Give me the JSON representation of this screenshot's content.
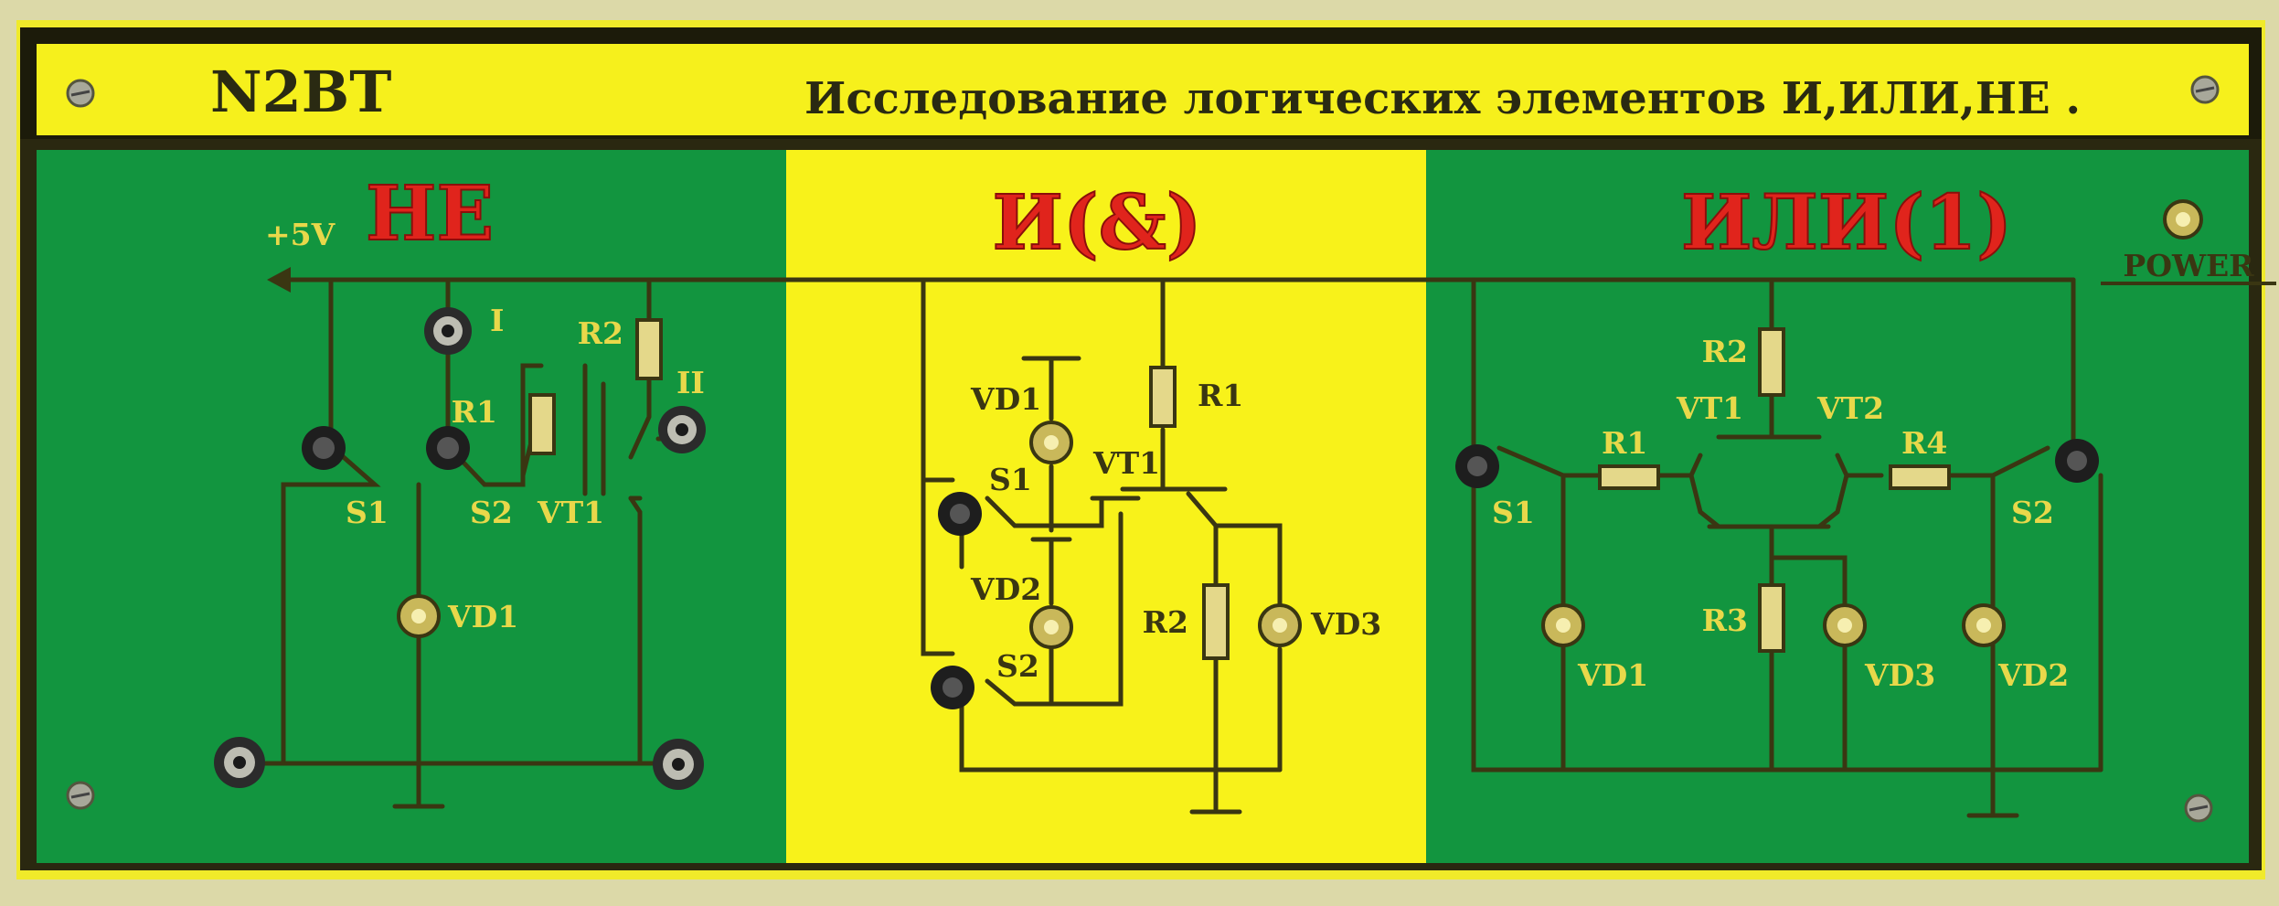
{
  "board": {
    "model": "N2BT",
    "title": "Исследование логических элементов  И,ИЛИ,НЕ ."
  },
  "sections": {
    "not": {
      "title": "НЕ",
      "supply": "+5V",
      "labels": {
        "in": "I",
        "out": "II",
        "s1": "S1",
        "s2": "S2",
        "r1": "R1",
        "r2": "R2",
        "vt1": "VT1",
        "vd1": "VD1"
      }
    },
    "and": {
      "title": "И(&)",
      "labels": {
        "vd1": "VD1",
        "vd2": "VD2",
        "vd3": "VD3",
        "s1": "S1",
        "s2": "S2",
        "r1": "R1",
        "r2": "R2",
        "vt1": "VT1"
      }
    },
    "or": {
      "title": "ИЛИ(1)",
      "labels": {
        "r1": "R1",
        "r2": "R2",
        "r3": "R3",
        "r4": "R4",
        "vt1": "VT1",
        "vt2": "VT2",
        "s1": "S1",
        "s2": "S2",
        "vd1": "VD1",
        "vd2": "VD2",
        "vd3": "VD3"
      }
    }
  },
  "power": {
    "label": "POWER"
  },
  "colors": {
    "frame_yellow": "#f3ee1c",
    "panel_green": "#12953f",
    "panel_yellow": "#f8f21a",
    "trace": "#3a3612",
    "title_red": "#e0241c"
  }
}
